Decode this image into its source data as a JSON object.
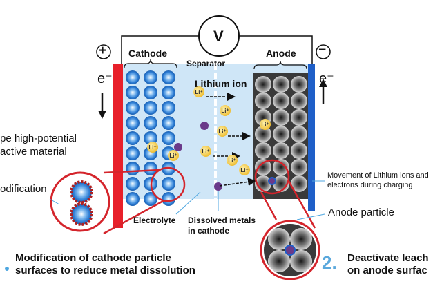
{
  "voltmeter": {
    "label": "V"
  },
  "electrodes": {
    "cathode_label": "Cathode",
    "anode_label": "Anode",
    "separator_label": "Separator",
    "positive_symbol": "+",
    "negative_symbol": "−",
    "electron_left": "e⁻",
    "electron_right": "e⁻"
  },
  "labels": {
    "lithium_ion": "Lithium ion",
    "li_ion_symbol": "Li⁺",
    "electrolyte": "Electrolyte",
    "dissolved_metals_line1": "Dissolved metals",
    "dissolved_metals_line2": "in cathode",
    "movement_line1": "Movement of Lithium ions and",
    "movement_line2": "electrons during charging",
    "anode_particle": "Anode particle",
    "high_potential_line1": "pe high-potential",
    "high_potential_line2": "active material",
    "modification": "odification"
  },
  "captions": {
    "left_line1": "Modification of cathode particle",
    "left_line2": "surfaces to reduce metal dissolution",
    "right_number": "2.",
    "right_line1": "Deactivate leach",
    "right_line2": "on anode surfac"
  },
  "colors": {
    "cathode_bar": "#e8202a",
    "anode_bar": "#1f5fc8",
    "electrolyte": "#cfe6f7",
    "cathode_particle": "#2f7fd6",
    "anode_bg": "#3a3a3a",
    "li_ion": "#f5c21a",
    "dissolved_metal": "#6a3a8a",
    "highlight_red": "#d4242b"
  }
}
